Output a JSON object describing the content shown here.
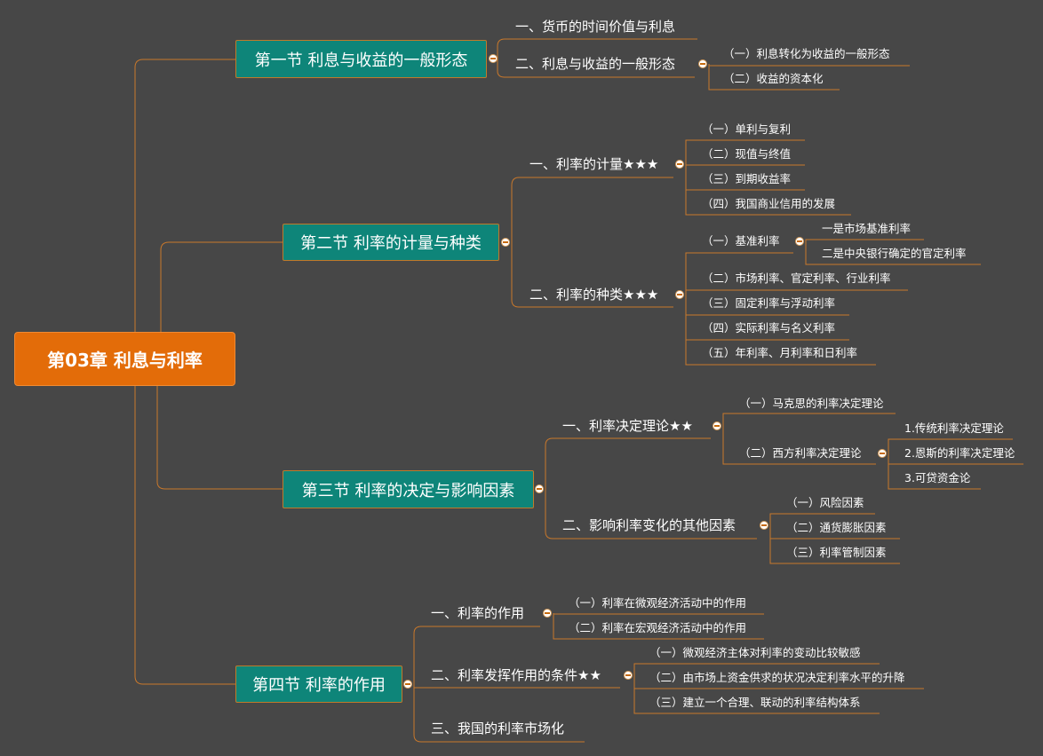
{
  "root": {
    "label": "第03章  利息与利率"
  },
  "sections": [
    {
      "label": "第一节 利息与收益的一般形态",
      "children": [
        {
          "label": "一、货币的时间价值与利息",
          "children": []
        },
        {
          "label": "二、利息与收益的一般形态",
          "children": [
            {
              "label": "（一）利息转化为收益的一般形态",
              "children": []
            },
            {
              "label": "（二）收益的资本化",
              "children": []
            }
          ]
        }
      ]
    },
    {
      "label": "第二节 利率的计量与种类",
      "children": [
        {
          "label": "一、利率的计量★★★",
          "children": [
            {
              "label": "（一）单利与复利",
              "children": []
            },
            {
              "label": "（二）现值与终值",
              "children": []
            },
            {
              "label": "（三）到期收益率",
              "children": []
            },
            {
              "label": "（四）我国商业信用的发展",
              "children": []
            }
          ]
        },
        {
          "label": "二、利率的种类★★★",
          "children": [
            {
              "label": "（一）基准利率",
              "children": [
                {
                  "label": "一是市场基准利率"
                },
                {
                  "label": "二是中央银行确定的官定利率"
                }
              ]
            },
            {
              "label": "（二）市场利率、官定利率、行业利率",
              "children": []
            },
            {
              "label": "（三）固定利率与浮动利率",
              "children": []
            },
            {
              "label": "（四）实际利率与名义利率",
              "children": []
            },
            {
              "label": "（五）年利率、月利率和日利率",
              "children": []
            }
          ]
        }
      ]
    },
    {
      "label": "第三节 利率的决定与影响因素",
      "children": [
        {
          "label": "一、利率决定理论★★",
          "children": [
            {
              "label": "（一）马克思的利率决定理论",
              "children": []
            },
            {
              "label": "（二）西方利率决定理论",
              "children": [
                {
                  "label": "1.传统利率决定理论"
                },
                {
                  "label": "2.恩斯的利率决定理论"
                },
                {
                  "label": "3.可贷资金论"
                }
              ]
            }
          ]
        },
        {
          "label": "二、影响利率变化的其他因素",
          "children": [
            {
              "label": "（一）风险因素",
              "children": []
            },
            {
              "label": "（二）通货膨胀因素",
              "children": []
            },
            {
              "label": "（三）利率管制因素",
              "children": []
            }
          ]
        }
      ]
    },
    {
      "label": "第四节 利率的作用",
      "children": [
        {
          "label": "一、利率的作用",
          "children": [
            {
              "label": "（一）利率在微观经济活动中的作用",
              "children": []
            },
            {
              "label": "（二）利率在宏观经济活动中的作用",
              "children": []
            }
          ]
        },
        {
          "label": "二、利率发挥作用的条件★★",
          "children": [
            {
              "label": "（一）微观经济主体对利率的变动比较敏感",
              "children": []
            },
            {
              "label": "（二）由市场上资金供求的状况决定利率水平的升降",
              "children": []
            },
            {
              "label": "（三）建立一个合理、联动的利率结构体系",
              "children": []
            }
          ]
        },
        {
          "label": "三、我国的利率市场化",
          "children": []
        }
      ]
    }
  ],
  "colors": {
    "background": "#474747",
    "root": "#E36C09",
    "section": "#0E8579",
    "connector": "#C9782B"
  },
  "icons": {
    "collapse_toggle": "minus-circle-icon"
  }
}
